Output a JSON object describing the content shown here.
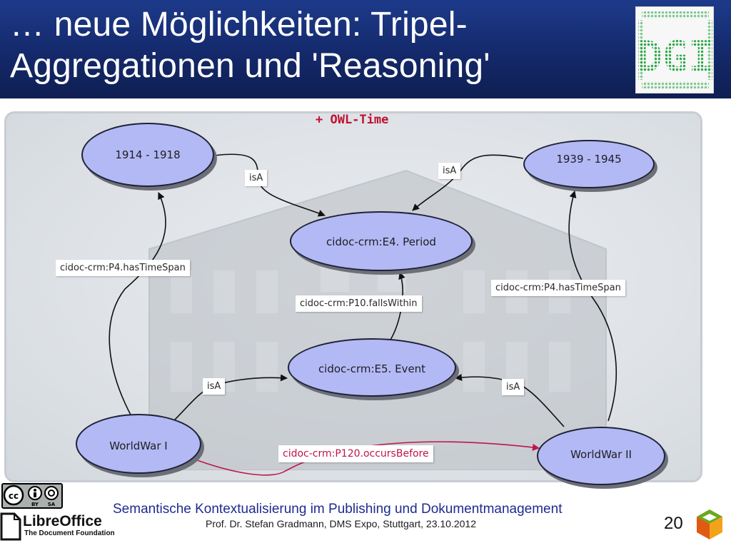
{
  "slide": {
    "title_line1": "… neue Möglichkeiten: Tripel-",
    "title_line2": "Aggregationen und 'Reasoning'",
    "logo_text": "DGI",
    "owl_label": "+ OWL-Time"
  },
  "nodes": {
    "period_1914": "1914 - 1918",
    "period_1939": "1939 - 1945",
    "e4_period": "cidoc-crm:E4. Period",
    "e5_event": "cidoc-crm:E5. Event",
    "worldwar_1": "WorldWar I",
    "worldwar_2": "WorldWar II"
  },
  "edges": {
    "isa_1914": "isA",
    "isa_1939": "isA",
    "hastimespan_left": "cidoc-crm:P4.hasTimeSpan",
    "hastimespan_right": "cidoc-crm:P4.hasTimeSpan",
    "fallswithin": "cidoc-crm:P10.fallsWithin",
    "isa_ww1": "isA",
    "isa_ww2": "isA",
    "occursbefore": "cidoc-crm:P120.occursBefore"
  },
  "footer": {
    "line1": "Semantische Kontextualisierung im Publishing und Dokumentmanagement",
    "line2": "Prof. Dr. Stefan Gradmann, DMS Expo, Stuttgart, 23.10.2012",
    "page_number": "20",
    "cc_text_by": "BY",
    "cc_text_sa": "SA",
    "libreoffice_brand": "LibreOffice",
    "libreoffice_sub": "The Document Foundation"
  },
  "colors": {
    "header_blue": "#1d3a8a",
    "node_fill": "#b3b9f5",
    "red_accent": "#c0154a",
    "footer_blue": "#1f2c8f"
  }
}
